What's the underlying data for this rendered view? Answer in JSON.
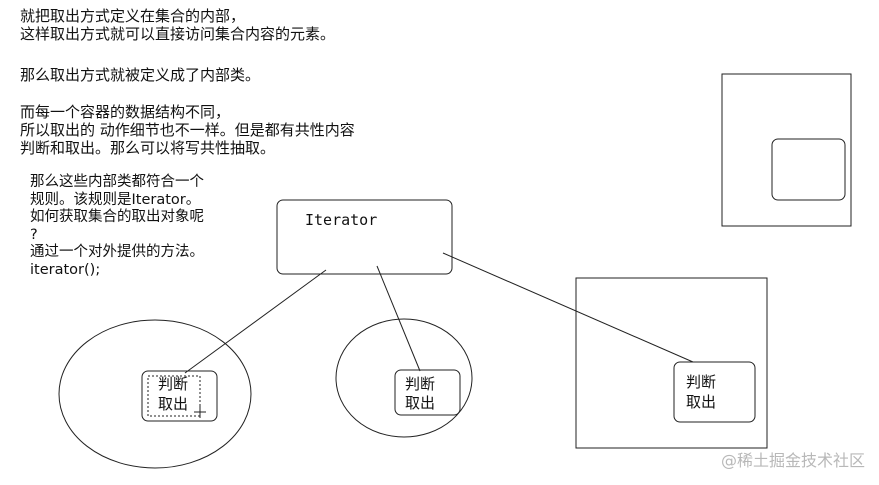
{
  "notes": {
    "intro": "就把取出方式定义在集合的内部，\n这样取出方式就可以直接访问集合内容的元素。",
    "inner_class": "那么取出方式就被定义成了内部类。",
    "common": "而每一个容器的数据结构不同，\n所以取出的 动作细节也不一样。但是都有共性内容\n判断和取出。那么可以将写共性抽取。",
    "iterator_rule": "那么这些内部类都符合一个\n规则。该规则是Iterator。\n如何获取集合的取出对象呢\n?\n通过一个对外提供的方法。\niterator();"
  },
  "diagram": {
    "interface_label": "Iterator",
    "inner_box_label_line1": "判断",
    "inner_box_label_line2": "取出"
  },
  "watermark": "@稀土掘金技术社区"
}
